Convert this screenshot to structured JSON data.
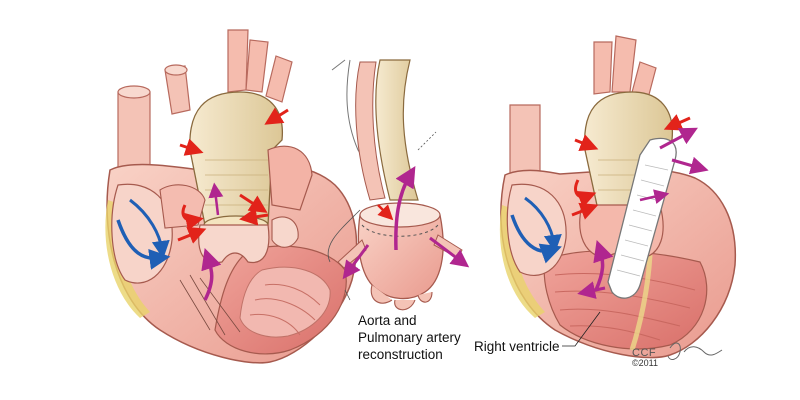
{
  "labels": {
    "aorta_line1": "Aorta and",
    "aorta_line2": "Pulmonary artery",
    "aorta_line3": "reconstruction",
    "right_ventricle": "Right ventricle"
  },
  "credit": {
    "org": "CCF",
    "copyright": "©2011"
  },
  "colors": {
    "tissue": "#f2b3a7",
    "tissue_dark": "#d98677",
    "muscle": "#e88c86",
    "vessel": "#f7c9bc",
    "graft": "#efe0b8",
    "conduit": "#ffffff",
    "arrow_red": "#e2231a",
    "arrow_blue": "#1f5fb5",
    "arrow_magenta": "#b0268f",
    "fat": "#e9d36a"
  },
  "panels": [
    {
      "id": "left-heart",
      "icon": "heart-before-icon"
    },
    {
      "id": "middle-detail",
      "icon": "aortic-root-icon"
    },
    {
      "id": "right-heart",
      "icon": "heart-after-icon"
    }
  ]
}
